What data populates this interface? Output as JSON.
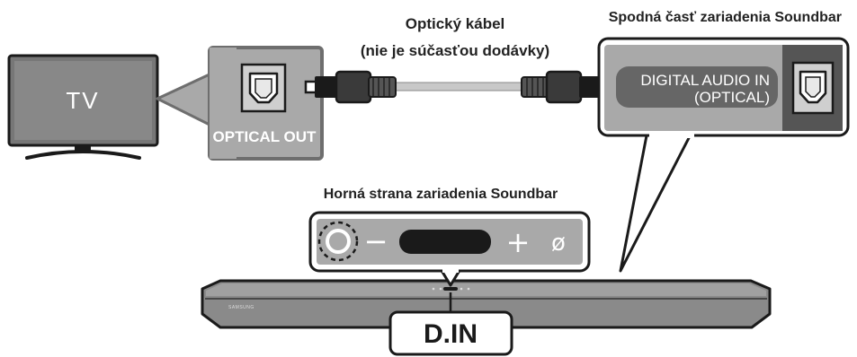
{
  "labels": {
    "cable_line1": "Optický kábel",
    "cable_line2": "(nie je súčasťou dodávky)",
    "soundbar_bottom": "Spodná časť zariadenia Soundbar",
    "soundbar_top": "Horná strana zariadenia Soundbar"
  },
  "tv": {
    "label": "TV"
  },
  "tv_port": {
    "label": "OPTICAL OUT"
  },
  "soundbar_port": {
    "line1": "DIGITAL AUDIO IN",
    "line2": "(OPTICAL)"
  },
  "soundbar": {
    "brand": "SAMSUNG"
  },
  "display": {
    "text": "D.IN"
  },
  "controls": {
    "minus": "−",
    "plus": "+",
    "mute": "ø"
  },
  "icons": [
    "optical-port-icon",
    "cable-plug-icon",
    "power-button-icon",
    "display-panel-icon"
  ],
  "colors": {
    "panel_gray": "#a9a9a9",
    "dark_gray": "#555555",
    "outline": "#1a1a1a",
    "cable": "#c8c8c8"
  }
}
